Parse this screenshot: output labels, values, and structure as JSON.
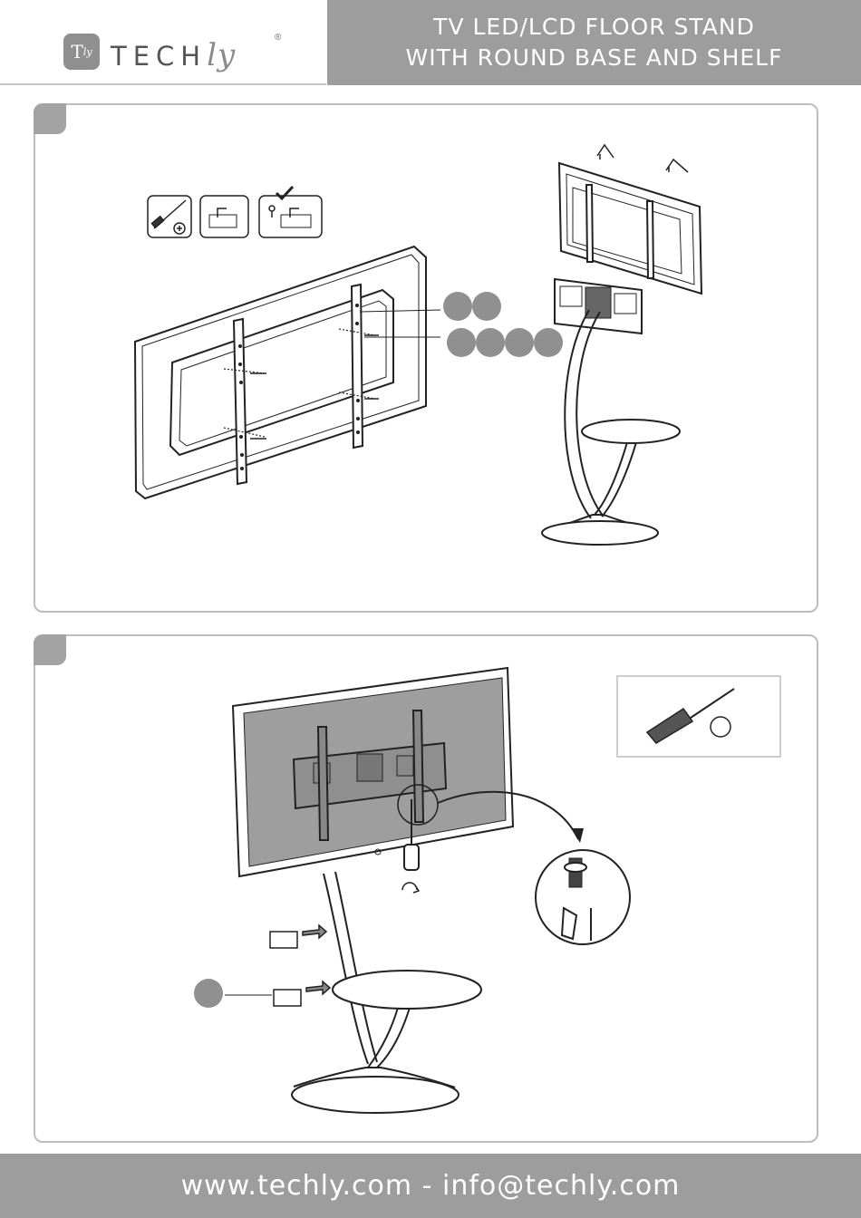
{
  "header": {
    "brand": "TECH",
    "brand_script": "ly",
    "brand_mark": "T",
    "brand_mark_script": "ly",
    "registered": "®",
    "title_line1": "TV LED/LCD FLOOR STAND",
    "title_line2": "WITH ROUND BASE AND SHELF"
  },
  "footer": {
    "contact": "www.techly.com - info@techly.com"
  },
  "colors": {
    "band": "#9d9d9d",
    "panel_border": "#bdbdbd",
    "bubble": "#909090",
    "tv_screen": "#9e9e9e",
    "line": "#222222"
  },
  "icons": {
    "tool_1": "screwdriver-phillips-icon",
    "tool_2": "bracket-bolt-icon",
    "tool_3": "washer-bolt-check-icon"
  }
}
